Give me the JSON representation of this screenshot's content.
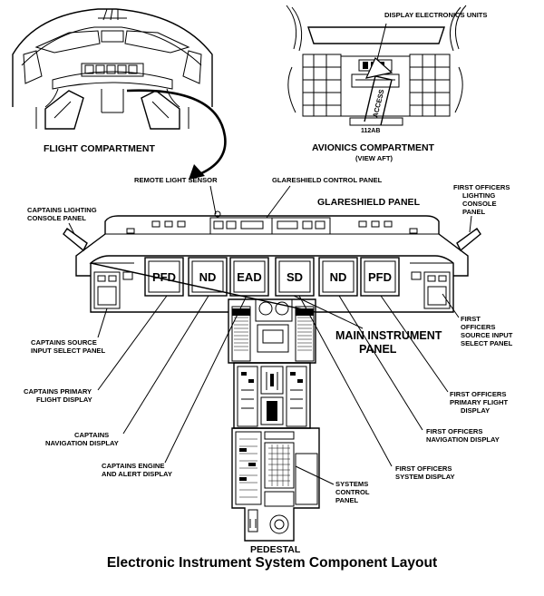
{
  "labels": {
    "flight_compartment": "FLIGHT COMPARTMENT",
    "avionics_compartment": "AVIONICS COMPARTMENT",
    "view_aft": "(VIEW AFT)",
    "display_electronics_units": "DISPLAY ELECTRONICS UNITS",
    "access": "ACCESS",
    "door_id": "112AB",
    "remote_light_sensor": "REMOTE LIGHT SENSOR",
    "glareshield_control_panel": "GLARESHIELD CONTROL PANEL",
    "glareshield_panel": "GLARESHIELD PANEL",
    "captains_lighting_console_panel": [
      "CAPTAINS LIGHTING",
      "CONSOLE PANEL"
    ],
    "first_officers_lighting_console_panel": [
      "FIRST OFFICERS",
      "LIGHTING",
      "CONSOLE",
      "PANEL"
    ],
    "captains_source_input_select_panel": [
      "CAPTAINS SOURCE",
      "INPUT SELECT PANEL"
    ],
    "main_instrument_panel": [
      "MAIN INSTRUMENT",
      "PANEL"
    ],
    "first_officers_source_input_select_panel": [
      "FIRST",
      "OFFICERS",
      "SOURCE INPUT",
      "SELECT PANEL"
    ],
    "captains_primary_flight_display": [
      "CAPTAINS PRIMARY",
      "FLIGHT DISPLAY"
    ],
    "first_officers_primary_flight_display": [
      "FIRST OFFICERS",
      "PRIMARY FLIGHT",
      "DISPLAY"
    ],
    "captains_navigation_display": [
      "CAPTAINS",
      "NAVIGATION DISPLAY"
    ],
    "first_officers_navigation_display": [
      "FIRST OFFICERS",
      "NAVIGATION DISPLAY"
    ],
    "captains_engine_and_alert_display": [
      "CAPTAINS ENGINE",
      "AND ALERT DISPLAY"
    ],
    "first_officers_system_display": [
      "FIRST OFFICERS",
      "SYSTEM DISPLAY"
    ],
    "systems_control_panel": [
      "SYSTEMS",
      "CONTROL",
      "PANEL"
    ],
    "pedestal": "PEDESTAL"
  },
  "displays": [
    "PFD",
    "ND",
    "EAD",
    "SD",
    "ND",
    "PFD"
  ],
  "caption": "Electronic Instrument System Component Layout"
}
